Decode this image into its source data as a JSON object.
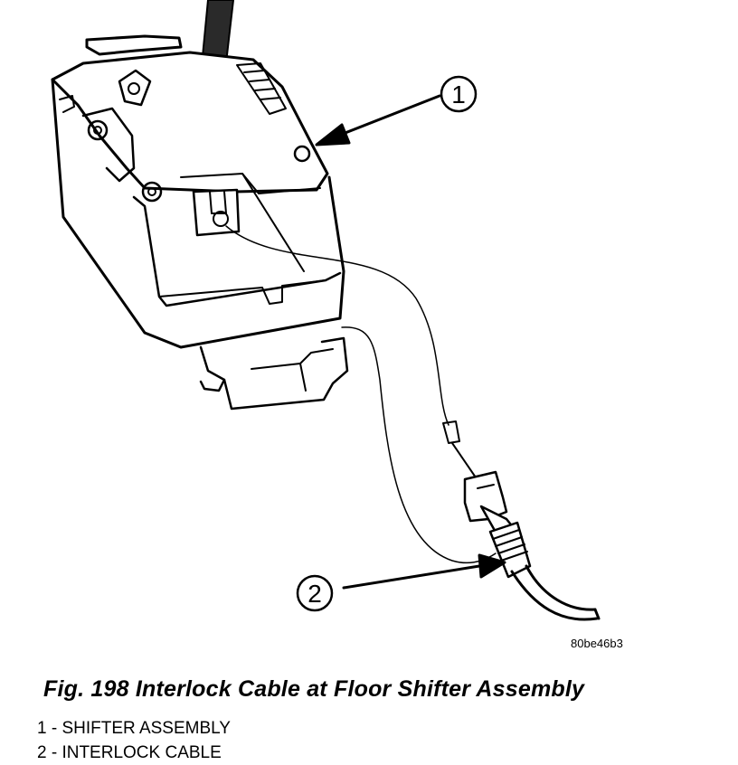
{
  "figure": {
    "code": "80be46b3",
    "caption": "Fig. 198 Interlock Cable at Floor Shifter Assembly"
  },
  "callouts": [
    {
      "number": "1",
      "label": "1 - SHIFTER ASSEMBLY"
    },
    {
      "number": "2",
      "label": "2 - INTERLOCK CABLE"
    }
  ]
}
